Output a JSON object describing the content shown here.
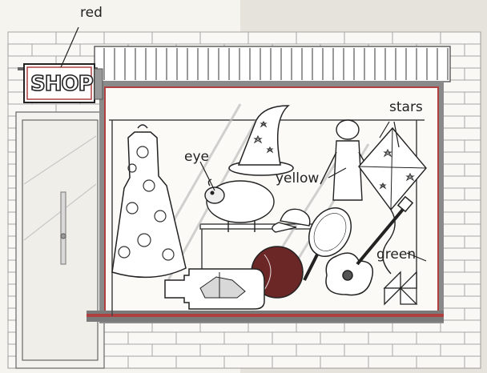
{
  "sign": {
    "text": "SHOP"
  },
  "labels": {
    "red": "red",
    "eye": "eye",
    "yellow": "yellow",
    "stars": "stars",
    "green": "green"
  },
  "colors": {
    "window_frame": "#8a8a8a",
    "window_frame_accent": "#b04040",
    "ball": "#6b2626",
    "line": "#333333",
    "page_background": "#f6f4ef"
  }
}
